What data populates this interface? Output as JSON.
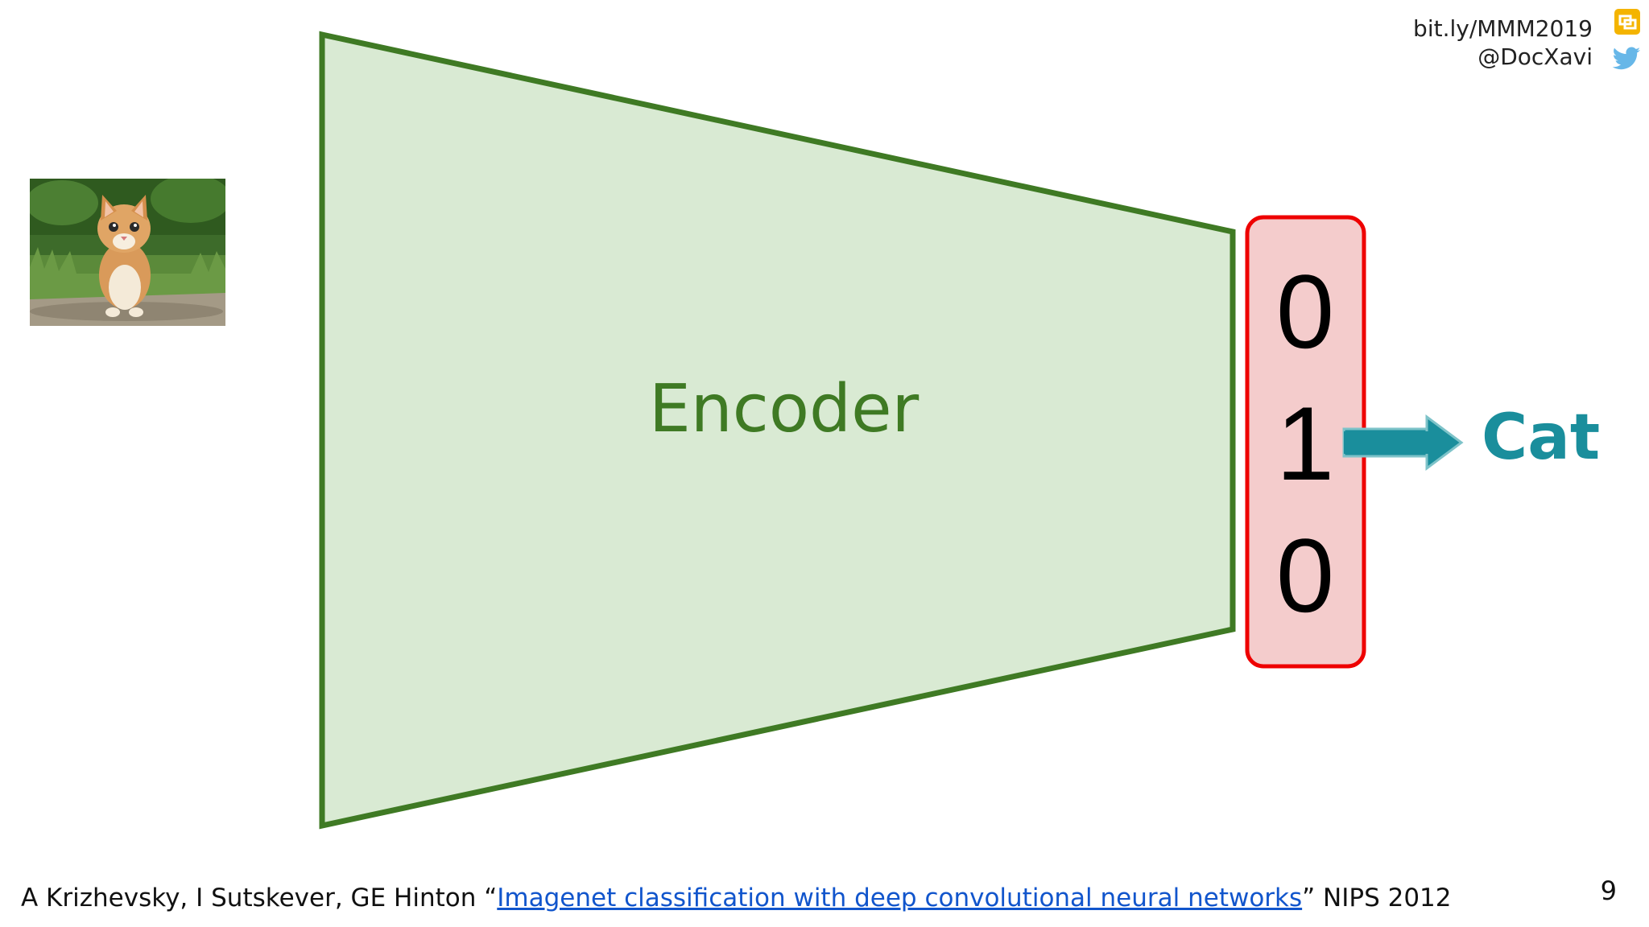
{
  "header": {
    "link": "bit.ly/MMM2019",
    "handle": "@DocXavi"
  },
  "diagram": {
    "encoder_label": "Encoder",
    "vector": [
      "0",
      "1",
      "0"
    ],
    "output_label": "Cat"
  },
  "citation": {
    "authors": "A Krizhevsky, I Sutskever, GE Hinton “",
    "title": "Imagenet classification with deep convolutional neural networks",
    "venue": "” NIPS 2012"
  },
  "page_number": "9",
  "colors": {
    "encoder_fill": "#d9ead3",
    "encoder_stroke": "#3f7a24",
    "vector_fill": "#f4cccc",
    "vector_stroke": "#ee0000",
    "arrow": "#1a8e9c",
    "link": "#1155cc"
  }
}
